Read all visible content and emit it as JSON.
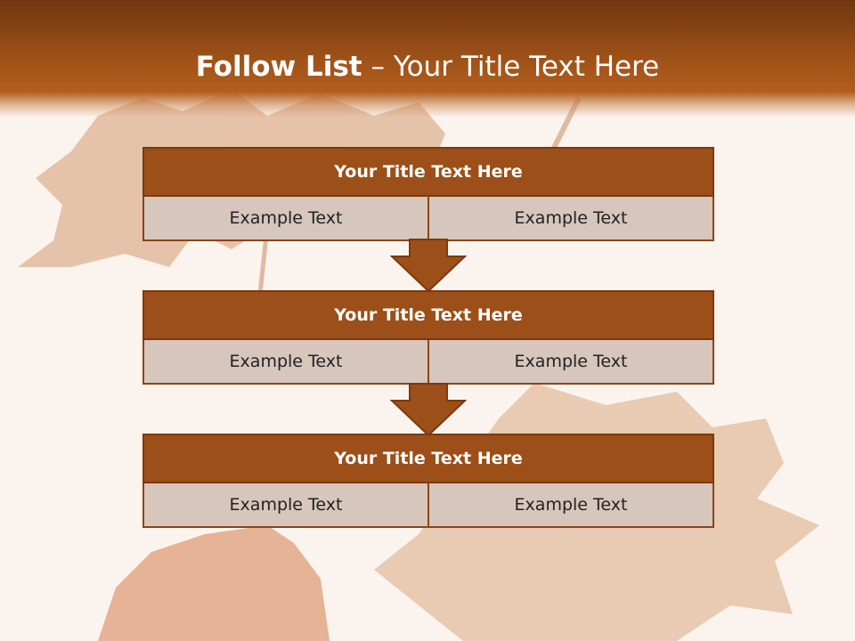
{
  "slide": {
    "title_bold": "Follow List",
    "title_rest": "– Your Title Text Here"
  },
  "blocks": [
    {
      "title": "Your Title Text Here",
      "left": "Example Text",
      "right": "Example Text"
    },
    {
      "title": "Your Title Text Here",
      "left": "Example Text",
      "right": "Example Text"
    },
    {
      "title": "Your Title Text Here",
      "left": "Example Text",
      "right": "Example Text"
    }
  ],
  "colors": {
    "title_bar": "#9a4f17",
    "block_header": "#9c4f18",
    "block_cell": "#d7c6bc",
    "arrow": "#9c4f18",
    "background": "#fbf4ee"
  }
}
